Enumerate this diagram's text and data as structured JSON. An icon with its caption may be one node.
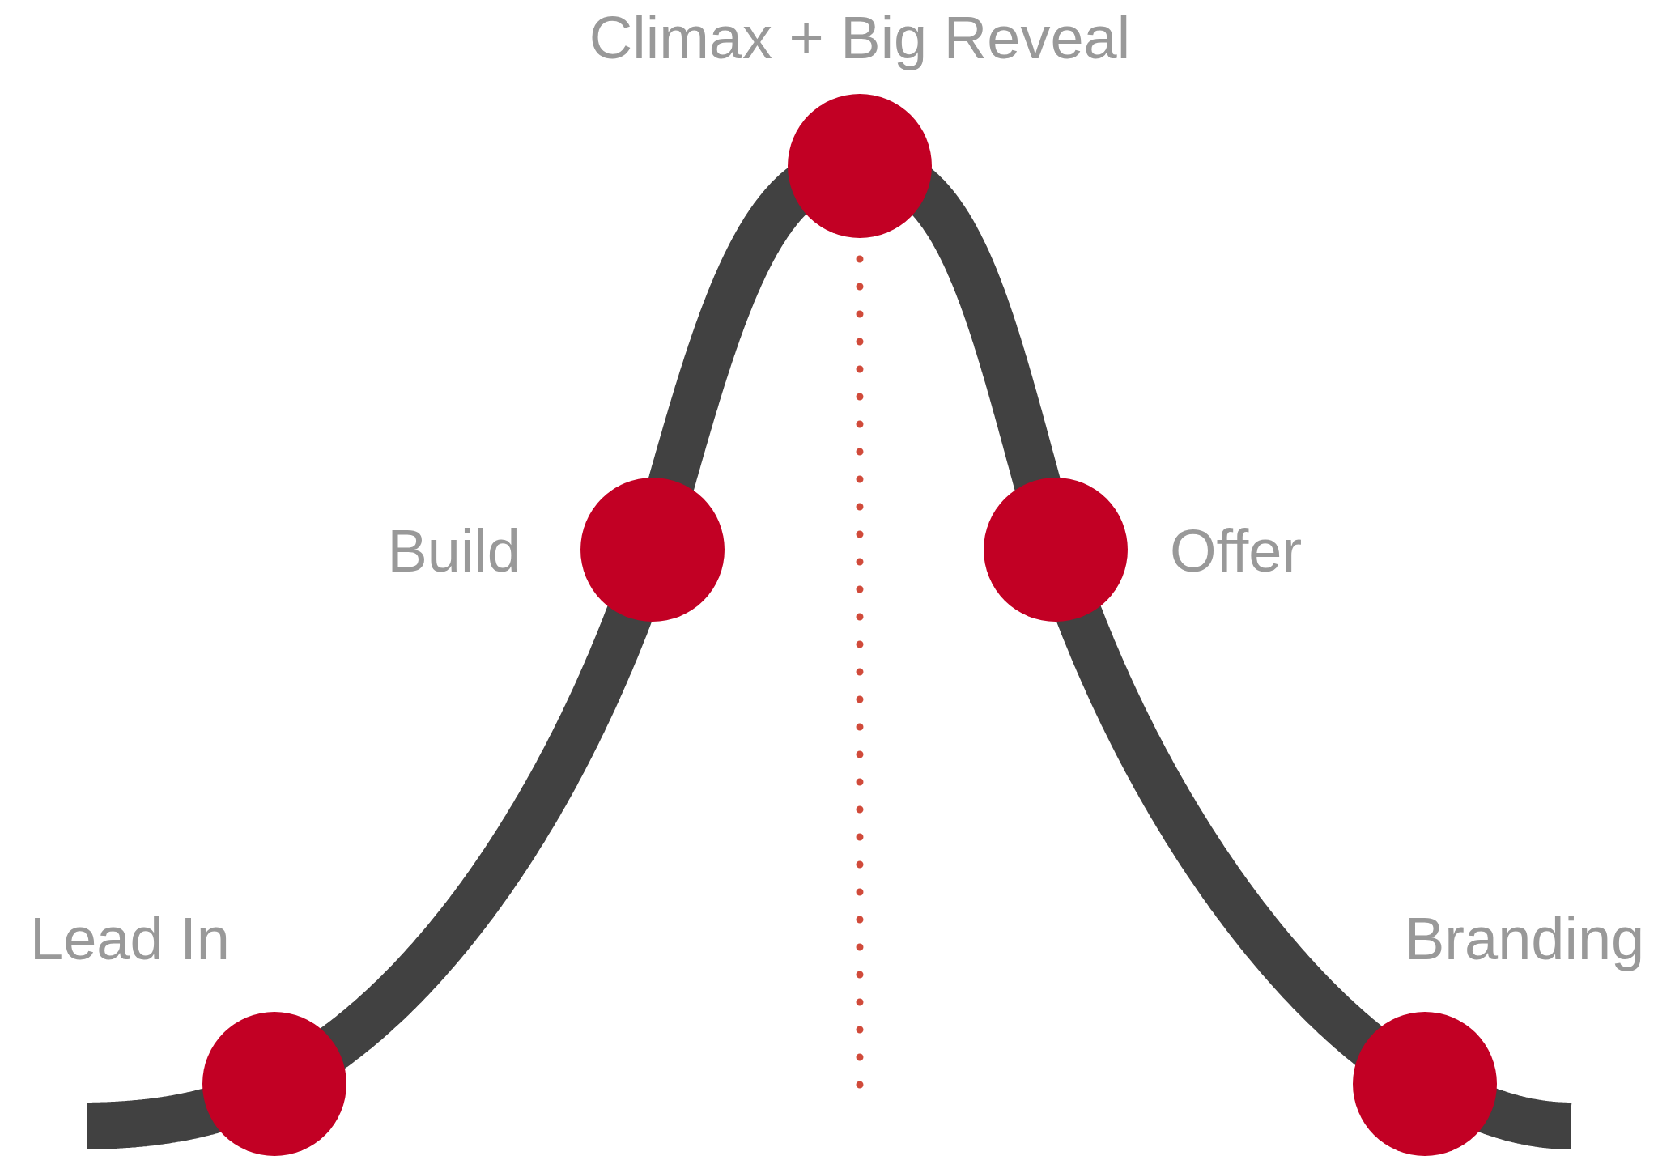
{
  "diagram": {
    "nodes": [
      {
        "text": [],
        "shape": "circle",
        "beside": [
          "Lead In"
        ]
      },
      {
        "text": [],
        "shape": "circle",
        "beside": [
          "Build"
        ]
      },
      {
        "text": [],
        "shape": "circle",
        "beside": [
          "Climax + Big Reveal"
        ]
      },
      {
        "text": [],
        "shape": "circle",
        "beside": [
          "Offer"
        ]
      },
      {
        "text": [],
        "shape": "circle",
        "beside": [
          "Branding"
        ]
      }
    ],
    "edges": [
      {
        "from": null,
        "to": 0,
        "arrow": "none"
      },
      {
        "from": 0,
        "to": 1,
        "arrow": "none"
      },
      {
        "from": 1,
        "to": 2,
        "arrow": "none"
      },
      {
        "from": 2,
        "to": 3,
        "arrow": "none"
      },
      {
        "from": 3,
        "to": 4,
        "arrow": "none"
      },
      {
        "from": 4,
        "to": null,
        "arrow": "none"
      },
      {
        "from": 2,
        "to": null,
        "arrow": "none",
        "style": "dashed",
        "color": "#d04a3a"
      }
    ]
  }
}
